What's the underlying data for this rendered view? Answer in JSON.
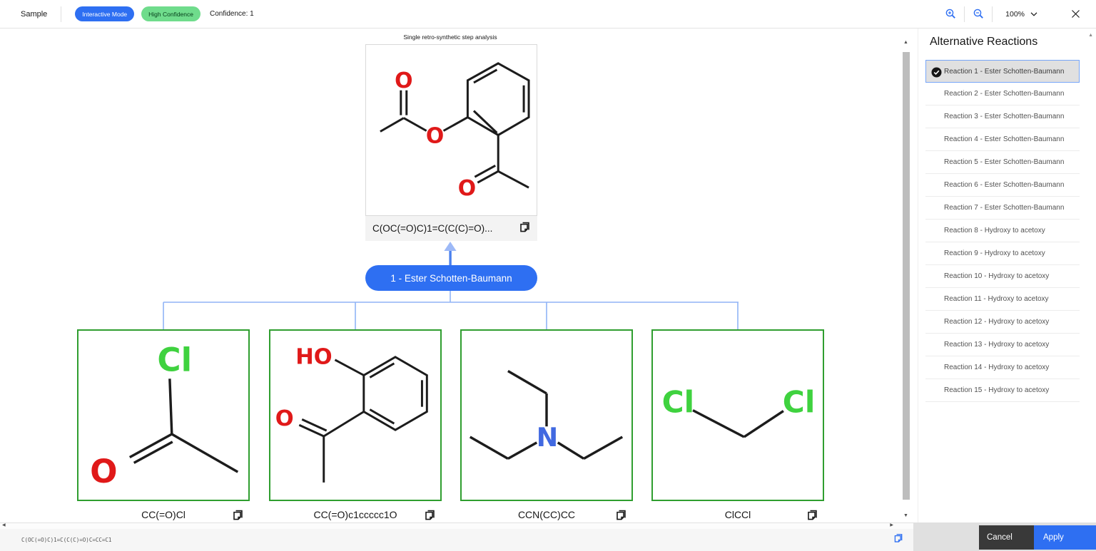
{
  "header": {
    "app_label": "Sample",
    "mode_badge": "Interactive Mode",
    "confidence_badge": "High Confidence",
    "confidence_text": "Confidence: 1",
    "zoom_value": "100%"
  },
  "canvas": {
    "title": "Single retro-synthetic step analysis",
    "reaction_pill": "1 - Ester Schotten-Baumann",
    "product": {
      "smiles_display": "C(OC(=O)C)1=C(C(C)=O)...",
      "atom_labels": [
        "O",
        "O",
        "O"
      ]
    },
    "reactants": [
      {
        "smiles": "CC(=O)Cl",
        "atom_labels": [
          "Cl",
          "O"
        ]
      },
      {
        "smiles": "CC(=O)c1ccccc1O",
        "atom_labels": [
          "HO",
          "O"
        ]
      },
      {
        "smiles": "CCN(CC)CC",
        "atom_labels": [
          "N"
        ]
      },
      {
        "smiles": "ClCCl",
        "atom_labels": [
          "Cl",
          "Cl"
        ]
      }
    ]
  },
  "sidebar": {
    "title": "Alternative Reactions",
    "items": [
      {
        "label": "Reaction 1 - Ester Schotten-Baumann",
        "selected": true
      },
      {
        "label": "Reaction 2 - Ester Schotten-Baumann",
        "selected": false
      },
      {
        "label": "Reaction 3 - Ester Schotten-Baumann",
        "selected": false
      },
      {
        "label": "Reaction 4 - Ester Schotten-Baumann",
        "selected": false
      },
      {
        "label": "Reaction 5 - Ester Schotten-Baumann",
        "selected": false
      },
      {
        "label": "Reaction 6 - Ester Schotten-Baumann",
        "selected": false
      },
      {
        "label": "Reaction 7 - Ester Schotten-Baumann",
        "selected": false
      },
      {
        "label": "Reaction 8 - Hydroxy to acetoxy",
        "selected": false
      },
      {
        "label": "Reaction 9 - Hydroxy to acetoxy",
        "selected": false
      },
      {
        "label": "Reaction 10 - Hydroxy to acetoxy",
        "selected": false
      },
      {
        "label": "Reaction 11 - Hydroxy to acetoxy",
        "selected": false
      },
      {
        "label": "Reaction 12 - Hydroxy to acetoxy",
        "selected": false
      },
      {
        "label": "Reaction 13 - Hydroxy to acetoxy",
        "selected": false
      },
      {
        "label": "Reaction 14 - Hydroxy to acetoxy",
        "selected": false
      },
      {
        "label": "Reaction 15 - Hydroxy to acetoxy",
        "selected": false
      }
    ]
  },
  "footer": {
    "smiles": "C(OC(=O)C)1=C(C(C)=O)C=CC=C1",
    "cancel_label": "Cancel",
    "apply_label": "Apply"
  },
  "colors": {
    "accent_blue": "#2e6ff2",
    "badge_green_bg": "#6fdc8c",
    "badge_green_text": "#07411c",
    "molecule_box_green": "#2f9e2f",
    "atom_oxygen_red": "#e01919",
    "atom_chlorine_green": "#3fd23f",
    "atom_nitrogen_blue": "#4169e1",
    "connector_blue": "#90b4f6"
  }
}
